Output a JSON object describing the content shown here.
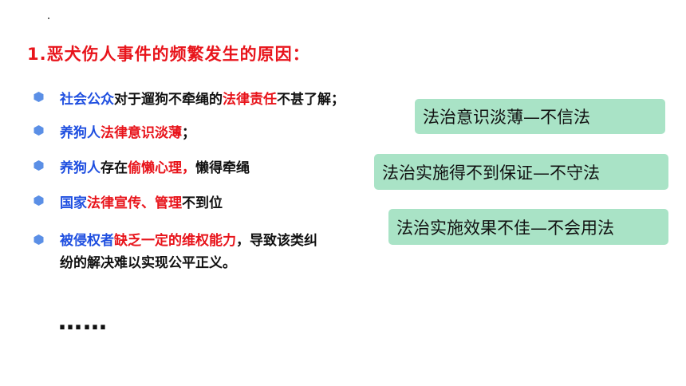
{
  "title": "1.恶犬伤人事件的频繁发生的原因：",
  "bullets": [
    {
      "segments": [
        {
          "text": "社会公众",
          "color": "blue"
        },
        {
          "text": "对于遛狗不牵绳的",
          "color": "black"
        },
        {
          "text": "法律责任",
          "color": "red"
        },
        {
          "text": "不甚了解；",
          "color": "black"
        }
      ]
    },
    {
      "segments": [
        {
          "text": "养狗人",
          "color": "blue"
        },
        {
          "text": "法律意识淡薄",
          "color": "red"
        },
        {
          "text": "；",
          "color": "black"
        }
      ]
    },
    {
      "segments": [
        {
          "text": "养狗人",
          "color": "blue"
        },
        {
          "text": "存在",
          "color": "black"
        },
        {
          "text": "偷懒心理，",
          "color": "red"
        },
        {
          "text": "懒得牵绳",
          "color": "black"
        }
      ]
    },
    {
      "segments": [
        {
          "text": "国家",
          "color": "blue"
        },
        {
          "text": "法律宣传、管理",
          "color": "red"
        },
        {
          "text": "不到位",
          "color": "black"
        }
      ]
    },
    {
      "line1": [
        {
          "text": "被侵权者",
          "color": "blue"
        },
        {
          "text": "缺乏一定的维权能力",
          "color": "red"
        },
        {
          "text": "，导致该类纠",
          "color": "black"
        }
      ],
      "line2": "纷的解决难以实现公平正义。"
    }
  ],
  "callouts": [
    "法治意识淡薄—不信法",
    "法治实施得不到保证—不守法",
    "法治实施效果不佳—不会用法"
  ],
  "ellipsis": "……",
  "colors": {
    "title": "#e8141b",
    "blue": "#1f4fe0",
    "red": "#e8141b",
    "callout_bg": "#a9e3c6",
    "bullet_dot": "#5b8fe6"
  }
}
